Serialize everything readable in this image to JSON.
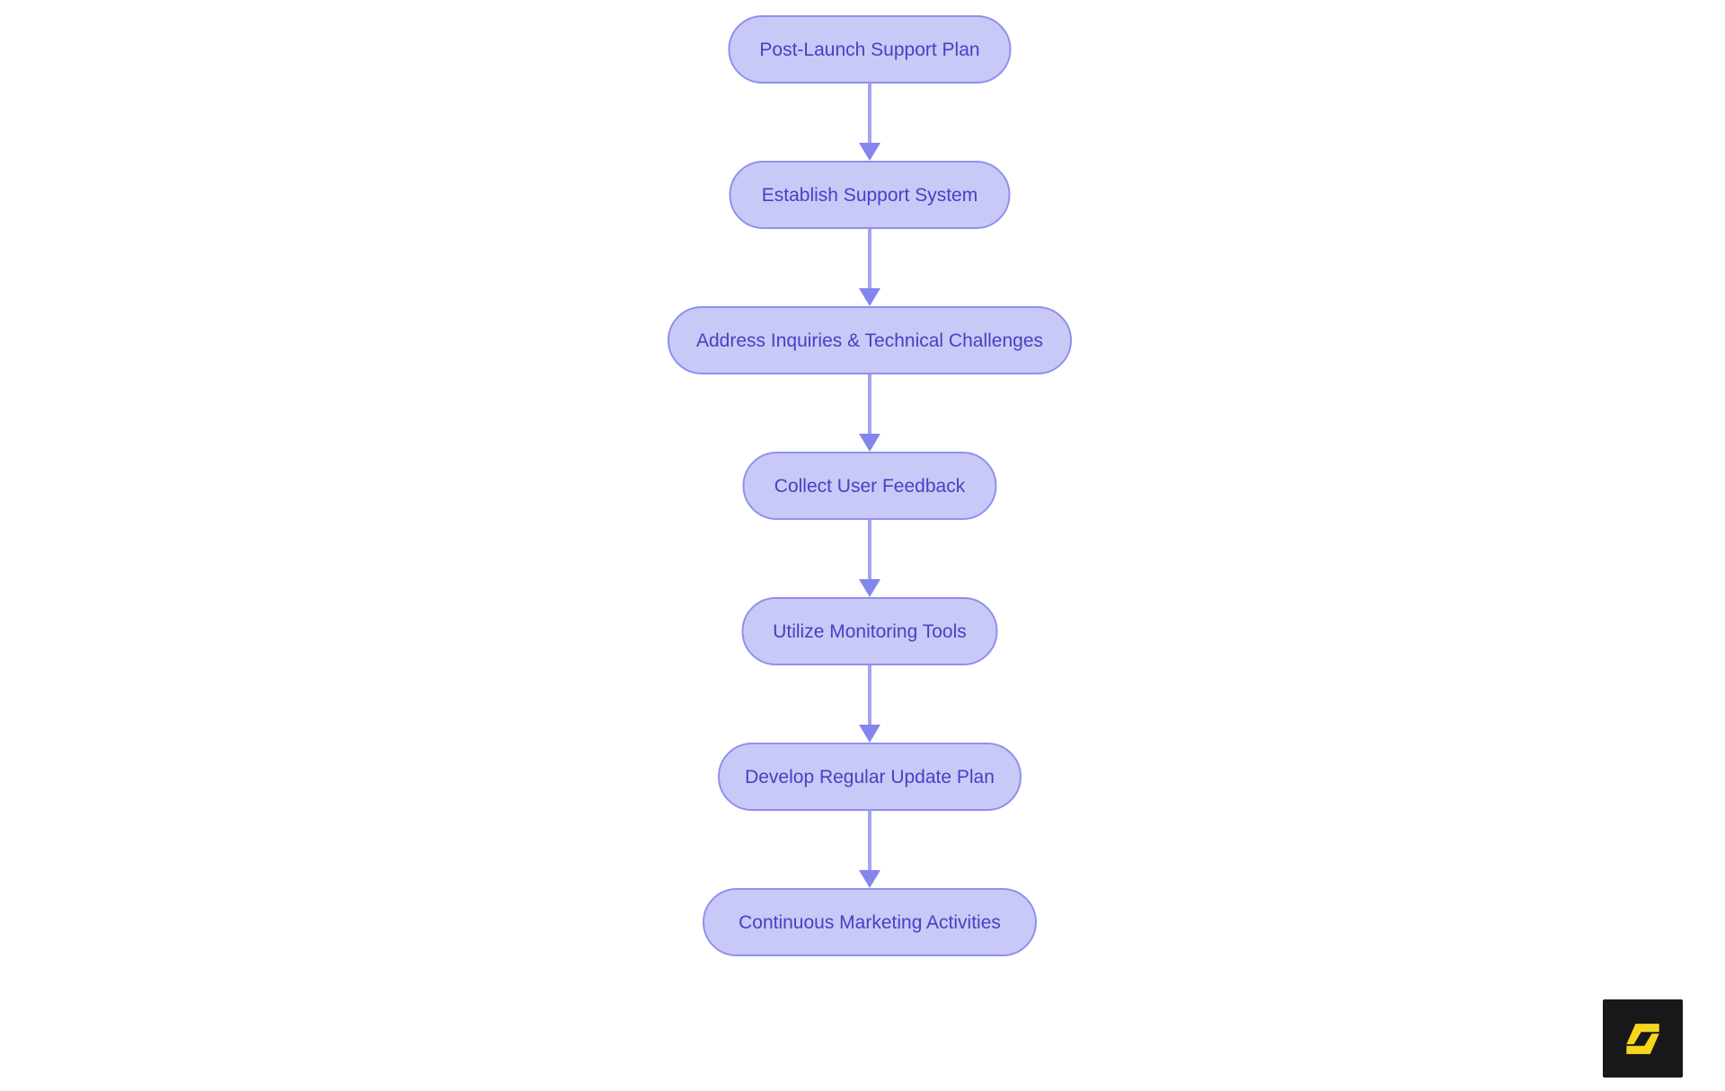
{
  "page": {
    "background": "#ffffff"
  },
  "flowchart": {
    "type": "flowchart",
    "direction": "top-down",
    "nodes": [
      {
        "label": "Post-Launch Support Plan"
      },
      {
        "label": "Establish Support System"
      },
      {
        "label": "Address Inquiries & Technical Challenges"
      },
      {
        "label": "Collect User Feedback"
      },
      {
        "label": "Utilize Monitoring Tools"
      },
      {
        "label": "Develop Regular Update Plan"
      },
      {
        "label": "Continuous Marketing Activities"
      }
    ],
    "edges": [
      {
        "from": 0,
        "to": 1
      },
      {
        "from": 1,
        "to": 2
      },
      {
        "from": 2,
        "to": 3
      },
      {
        "from": 3,
        "to": 4
      },
      {
        "from": 4,
        "to": 5
      },
      {
        "from": 5,
        "to": 6
      }
    ],
    "colors": {
      "node_fill": "#c9c9f7",
      "node_border": "#8f90ee",
      "node_text": "#4442c4",
      "connector_line": "#a2a4f3",
      "connector_arrow": "#8486ee"
    }
  },
  "logo": {
    "glyph": "S",
    "background": "#18181a",
    "glyph_color": "#f6d71c"
  }
}
